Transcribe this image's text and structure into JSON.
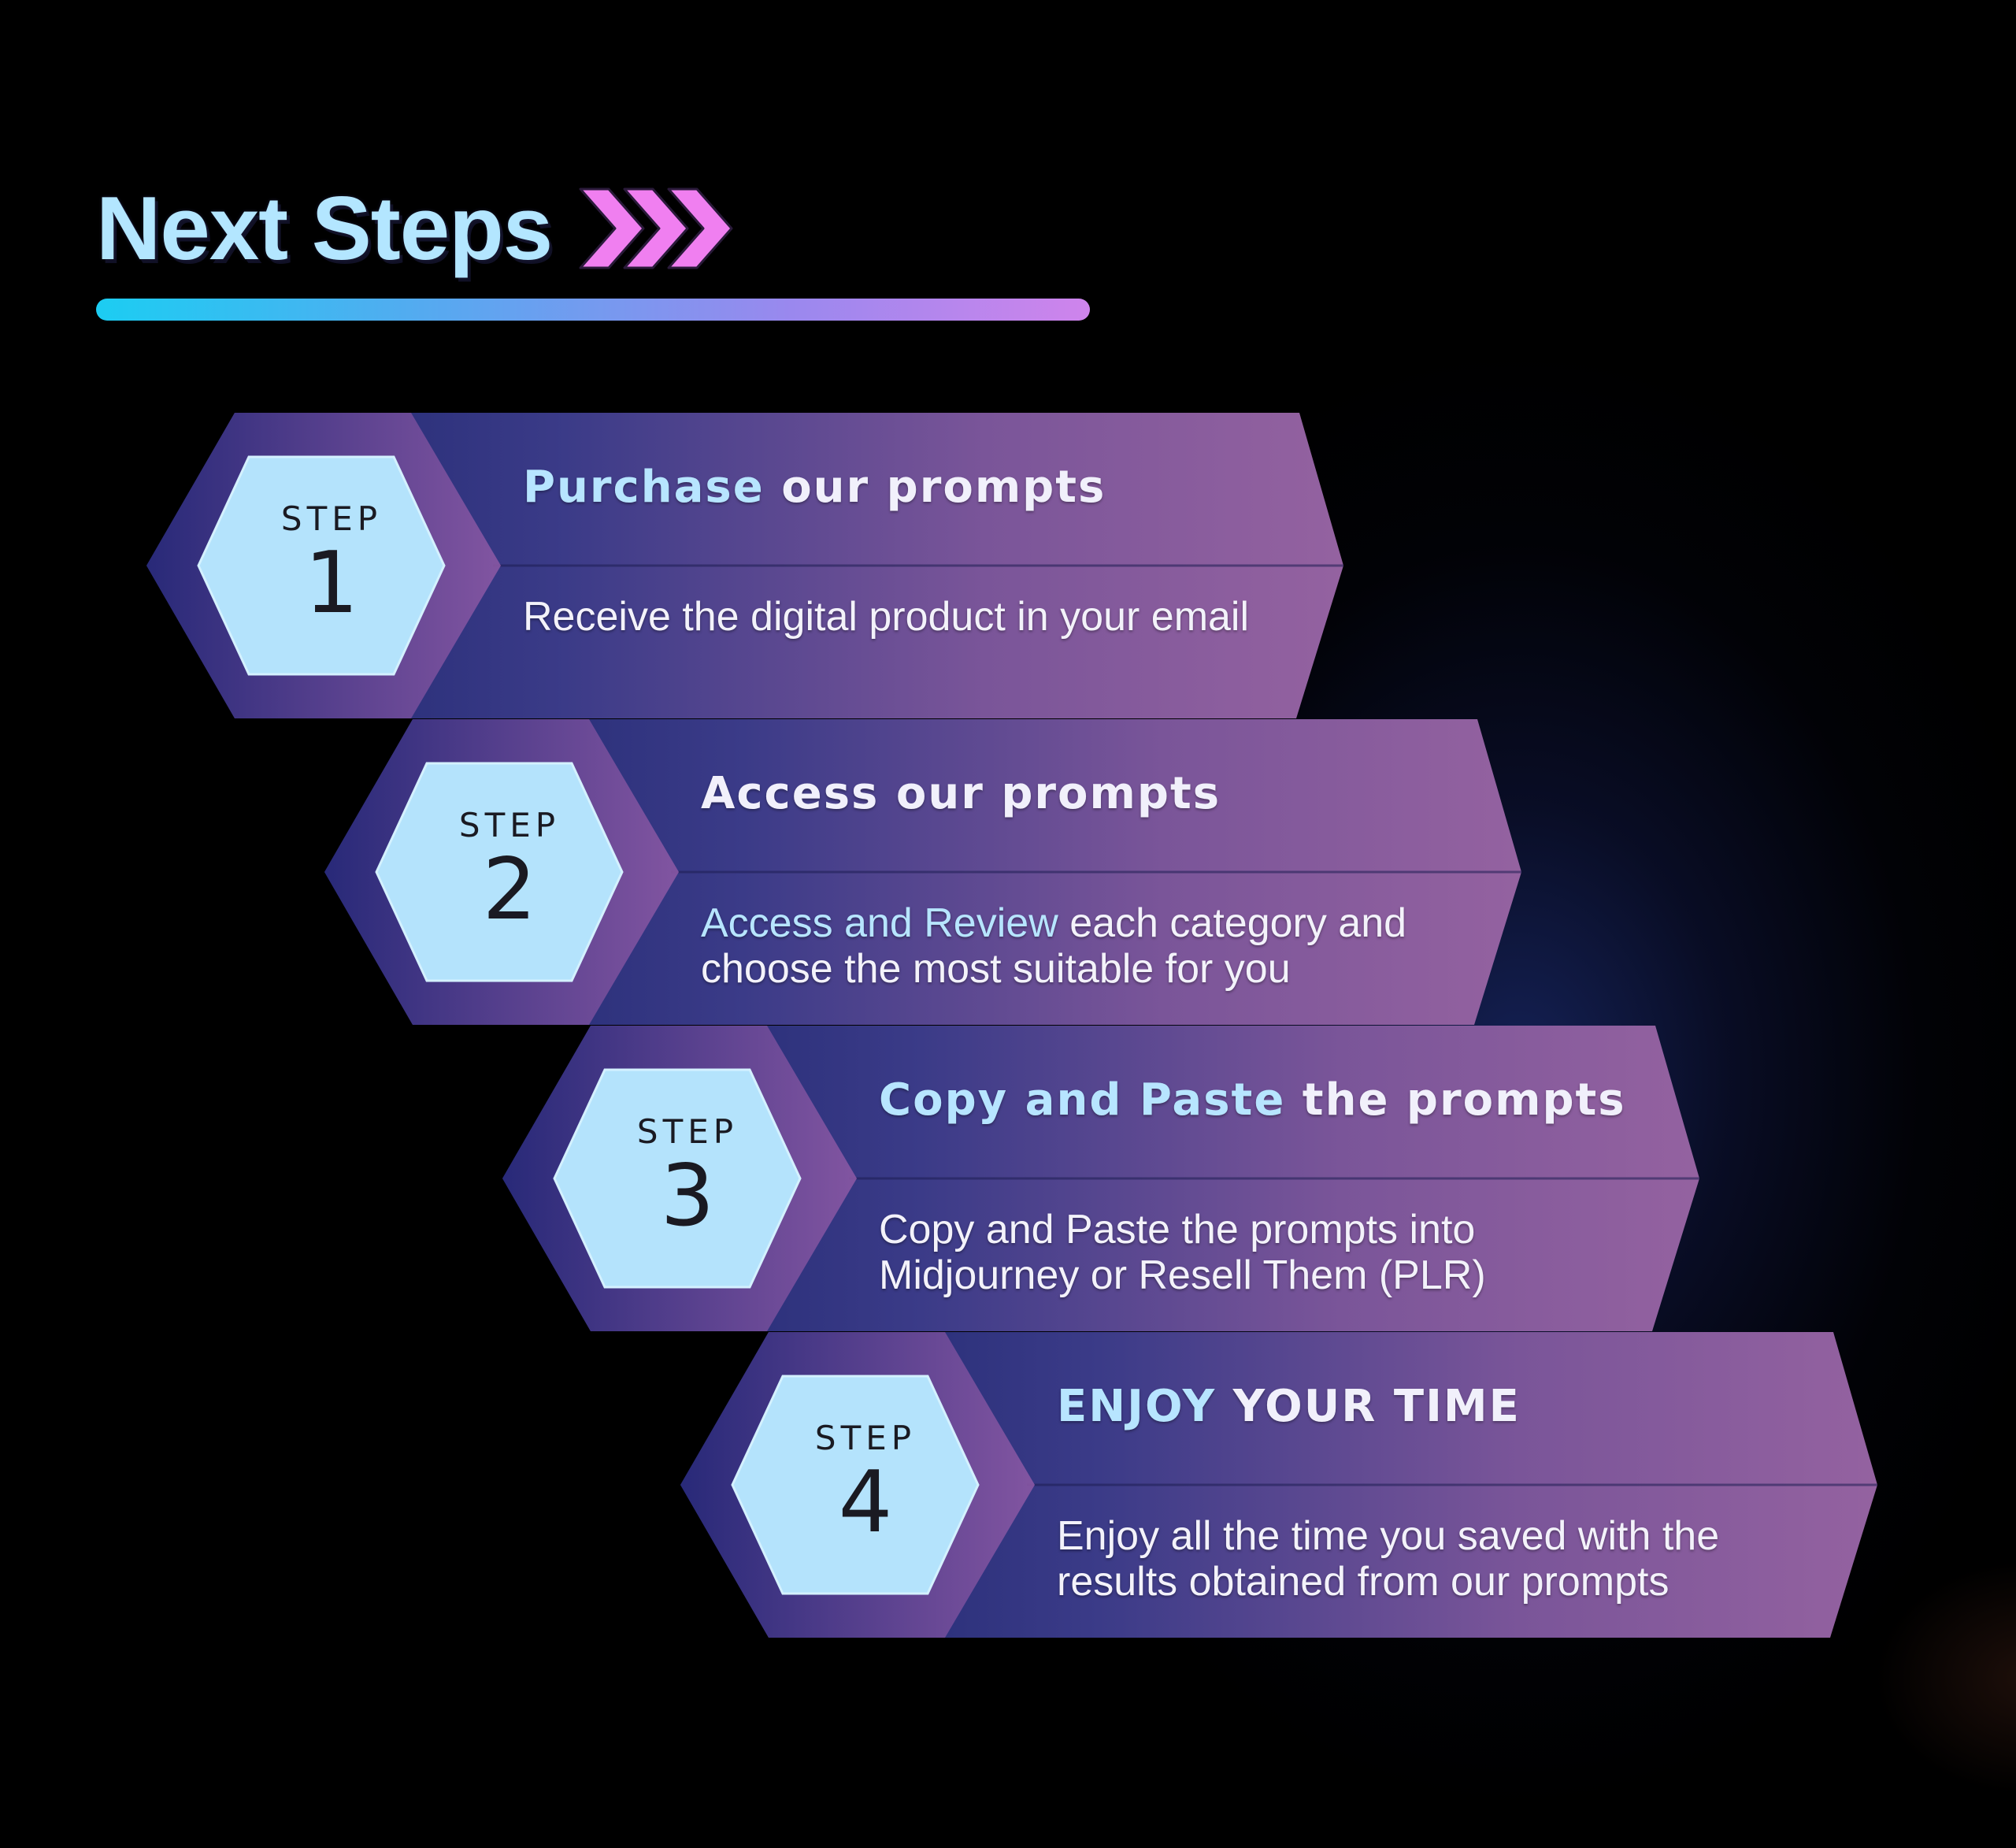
{
  "title": {
    "text": "Next Steps"
  },
  "colors": {
    "background": "#000000",
    "title": "#b3e6ff",
    "arrows": "#f07ff0",
    "bar_start": "#1ccdf2",
    "bar_end": "#cf84ec",
    "band_start": "#17236a",
    "band_end": "#9462a0",
    "hex_fill": "#b4e3fc",
    "highlight": "#b7e5ff"
  },
  "icons": {
    "title_arrows": "triple-chevron-right-icon"
  },
  "steps": [
    {
      "step_label": "STEP",
      "number": "1",
      "title_highlight": "Purchase",
      "title_rest": " our prompts",
      "desc_highlight": "",
      "desc_rest": "Receive the digital product in your email"
    },
    {
      "step_label": "STEP",
      "number": "2",
      "title_highlight": "",
      "title_rest": "Access our prompts",
      "desc_highlight": "Access and Review",
      "desc_rest": " each category and choose the most suitable for you"
    },
    {
      "step_label": "STEP",
      "number": "3",
      "title_highlight": "Copy and Paste",
      "title_rest": " the prompts",
      "desc_highlight": "",
      "desc_rest": "Copy and Paste the prompts into Midjourney or Resell Them (PLR)"
    },
    {
      "step_label": "STEP",
      "number": "4",
      "title_highlight": "ENJOY",
      "title_rest": " YOUR TIME",
      "desc_highlight": "",
      "desc_rest": "Enjoy all the time you saved with the results obtained from our prompts"
    }
  ]
}
